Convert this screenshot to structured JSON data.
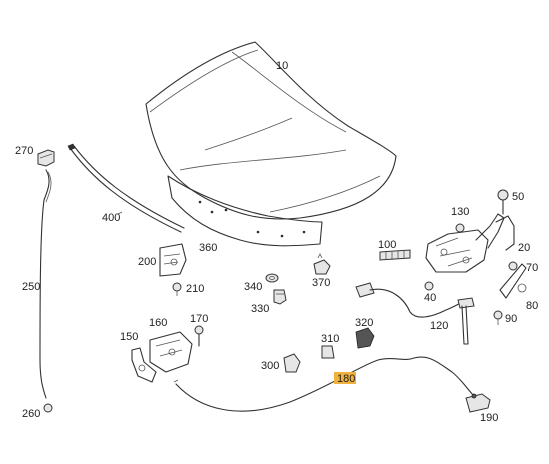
{
  "highlight_color": "#f0b23c",
  "highlighted_part": "180",
  "callouts": {
    "p10": "10",
    "p20": "20",
    "p40": "40",
    "p50": "50",
    "p70": "70",
    "p80": "80",
    "p90": "90",
    "p100": "100",
    "p120": "120",
    "p130": "130",
    "p150": "150",
    "p160": "160",
    "p170": "170",
    "p180": "180",
    "p190": "190",
    "p200": "200",
    "p210": "210",
    "p250": "250",
    "p260": "260",
    "p270": "270",
    "p300": "300",
    "p310": "310",
    "p320": "320",
    "p330": "330",
    "p340": "340",
    "p360": "360",
    "p370": "370",
    "p400": "400"
  }
}
